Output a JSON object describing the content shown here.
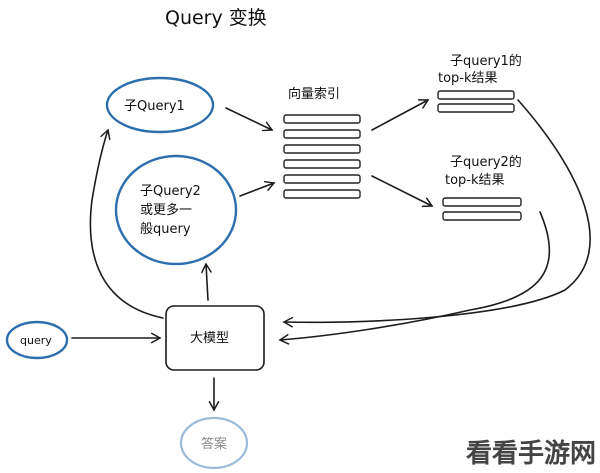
{
  "title": "Query 变换",
  "nodes": {
    "subquery1": "子Query1",
    "subquery2": [
      "子Query2",
      "或更多一",
      "般query"
    ],
    "vector_index": "向量索引",
    "topk1": [
      "子query1的",
      "top-k结果"
    ],
    "topk2": [
      "子query2的",
      "top-k结果"
    ],
    "input_query": "query",
    "llm": "大模型",
    "answer": "答案"
  },
  "watermark": "看看手游网"
}
